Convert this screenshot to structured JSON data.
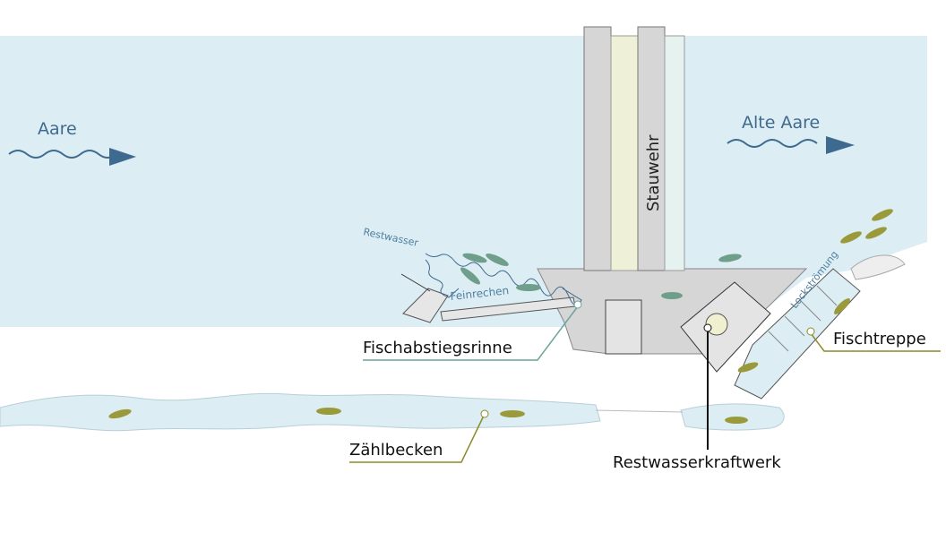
{
  "labels": {
    "aare": "Aare",
    "alte_aare": "Alte Aare",
    "stauwehr": "Stauwehr",
    "restwasser": "Restwasser",
    "feinrechen": "Feinrechen",
    "lockstroemung": "Lockströmung",
    "fischabstiegsrinne": "Fischabstiegsrinne",
    "fischtreppe": "Fischtreppe",
    "zaehlbecken": "Zählbecken",
    "restwasserkraftwerk": "Restwasserkraftwerk"
  },
  "colors": {
    "water": "#dcedf4",
    "river_text": "#3f6a90",
    "arrow": "#3f6a90",
    "structure": "#d6d6d6",
    "fish": "#6f9f8a",
    "fish_yellow": "#9a9a3a",
    "callout_teal": "#6aa39a",
    "callout_olive": "#8c8a2a"
  }
}
